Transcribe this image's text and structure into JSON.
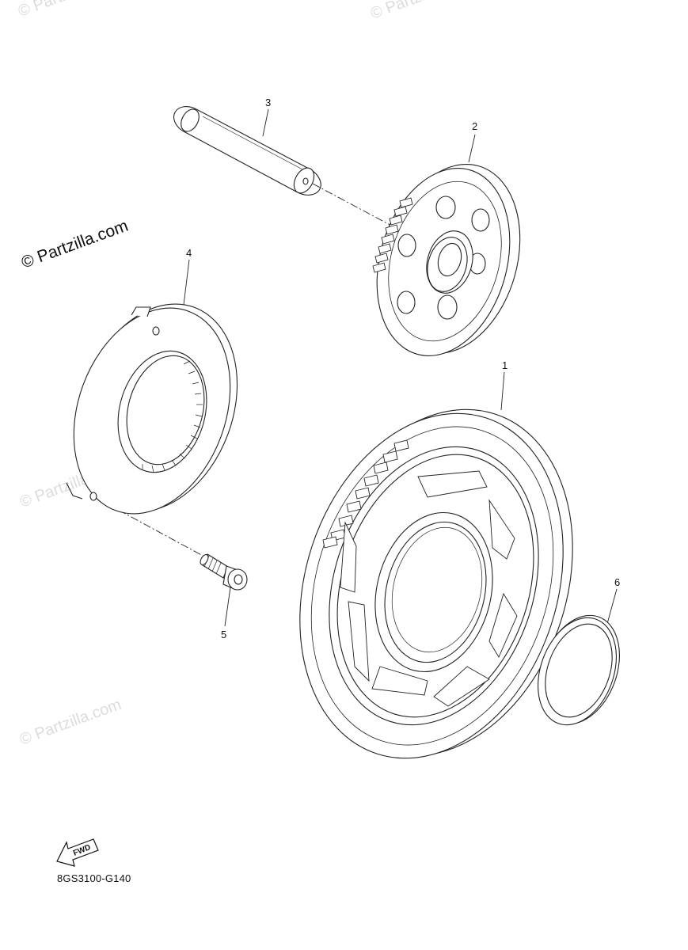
{
  "watermark": {
    "main": "© Partzilla.com",
    "faint": "© Partzilla.com"
  },
  "callouts": {
    "p1": "1",
    "p2": "2",
    "p3": "3",
    "p4": "4",
    "p5": "5",
    "p6": "6"
  },
  "fwd_label": "FWD",
  "diagram_code": "8GS3100-G140"
}
